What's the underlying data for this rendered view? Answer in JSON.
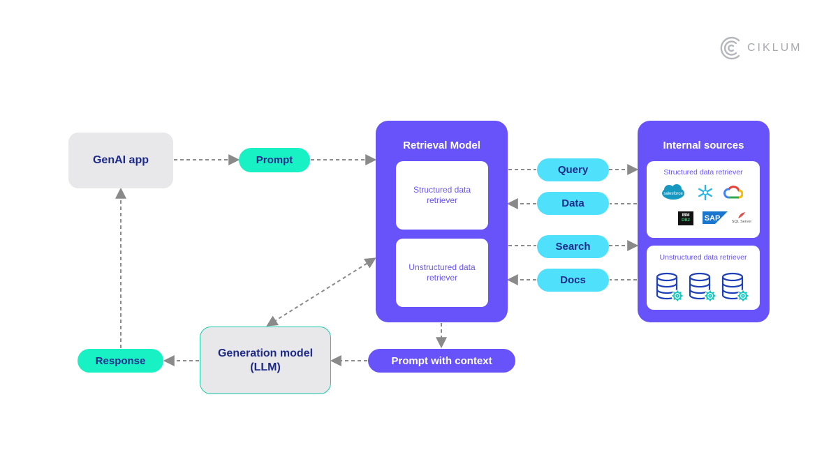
{
  "brand": {
    "name": "CIKLUM",
    "icon": "ciklum-logo-icon"
  },
  "nodes": {
    "genai_app": "GenAI app",
    "prompt": "Prompt",
    "retrieval_model": "Retrieval Model",
    "structured_retriever": "Structured data retriever",
    "unstructured_retriever": "Unstructured data retriever",
    "query": "Query",
    "data": "Data",
    "search": "Search",
    "docs": "Docs",
    "internal_sources": "Internal sources",
    "src_structured_title": "Structured data retriever",
    "src_unstructured_title": "Unstructured data retriever",
    "generation_model_line1": "Generation model",
    "generation_model_line2": "(LLM)",
    "response": "Response",
    "prompt_with_context": "Prompt with context"
  },
  "source_logos": {
    "salesforce": "salesforce",
    "ibm_line1": "IBM",
    "ibm_line2": "DB2",
    "sap": "SAP",
    "sqlserver": "SQL Server"
  },
  "colors": {
    "purple": "#6753f9",
    "green": "#17f1c4",
    "cyan": "#4fe1fb",
    "navy": "#1d2a8a",
    "gray": "#e8e8ea",
    "arrow": "#8a8a8a"
  },
  "icons": [
    "salesforce-icon",
    "snowflake-icon",
    "google-cloud-icon",
    "ibm-db2-icon",
    "sap-icon",
    "sql-server-icon",
    "database-gear-icon"
  ]
}
